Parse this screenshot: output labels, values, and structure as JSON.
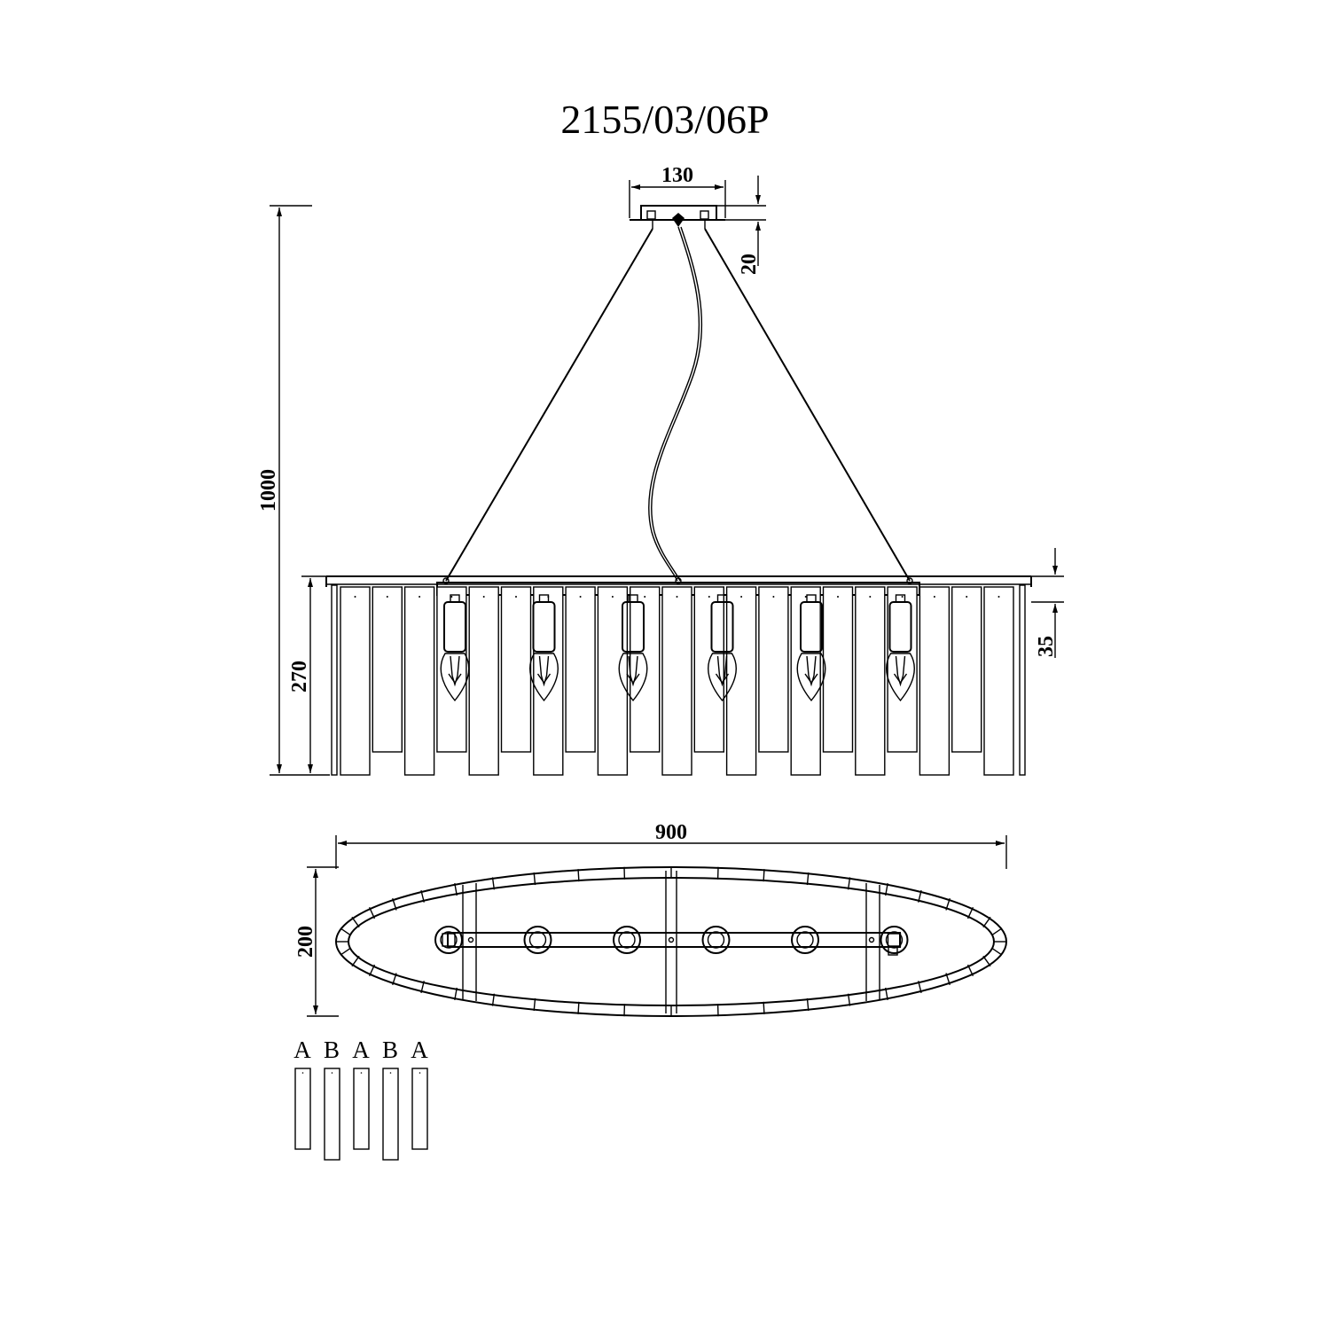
{
  "title": "2155/03/06P",
  "dimensions": {
    "canopy_width": "130",
    "canopy_height": "20",
    "total_height": "1000",
    "body_height": "270",
    "top_frame_height": "35",
    "length": "900",
    "width": "200"
  },
  "bulb_count": 6,
  "panel_legend": [
    "A",
    "B",
    "A",
    "B",
    "A"
  ]
}
